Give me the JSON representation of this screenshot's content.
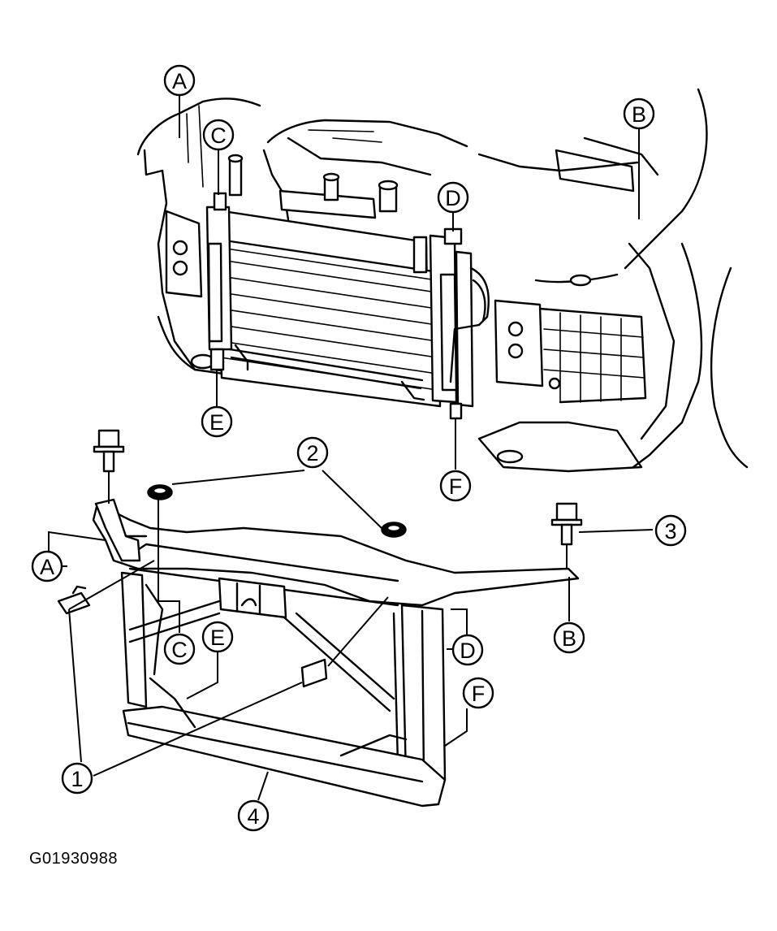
{
  "figure_id": "G01930988",
  "callouts": [
    {
      "id": "A-top",
      "label": "A"
    },
    {
      "id": "B-top",
      "label": "B"
    },
    {
      "id": "C-top",
      "label": "C"
    },
    {
      "id": "D-top",
      "label": "D"
    },
    {
      "id": "E-top",
      "label": "E"
    },
    {
      "id": "F-top",
      "label": "F"
    },
    {
      "id": "A-bottom",
      "label": "A"
    },
    {
      "id": "B-bottom",
      "label": "B"
    },
    {
      "id": "C-bottom",
      "label": "C"
    },
    {
      "id": "D-bottom",
      "label": "D"
    },
    {
      "id": "E-bottom",
      "label": "E"
    },
    {
      "id": "F-bottom",
      "label": "F"
    },
    {
      "id": "part-1",
      "label": "1"
    },
    {
      "id": "part-2",
      "label": "2"
    },
    {
      "id": "part-3",
      "label": "3"
    },
    {
      "id": "part-4",
      "label": "4"
    }
  ]
}
